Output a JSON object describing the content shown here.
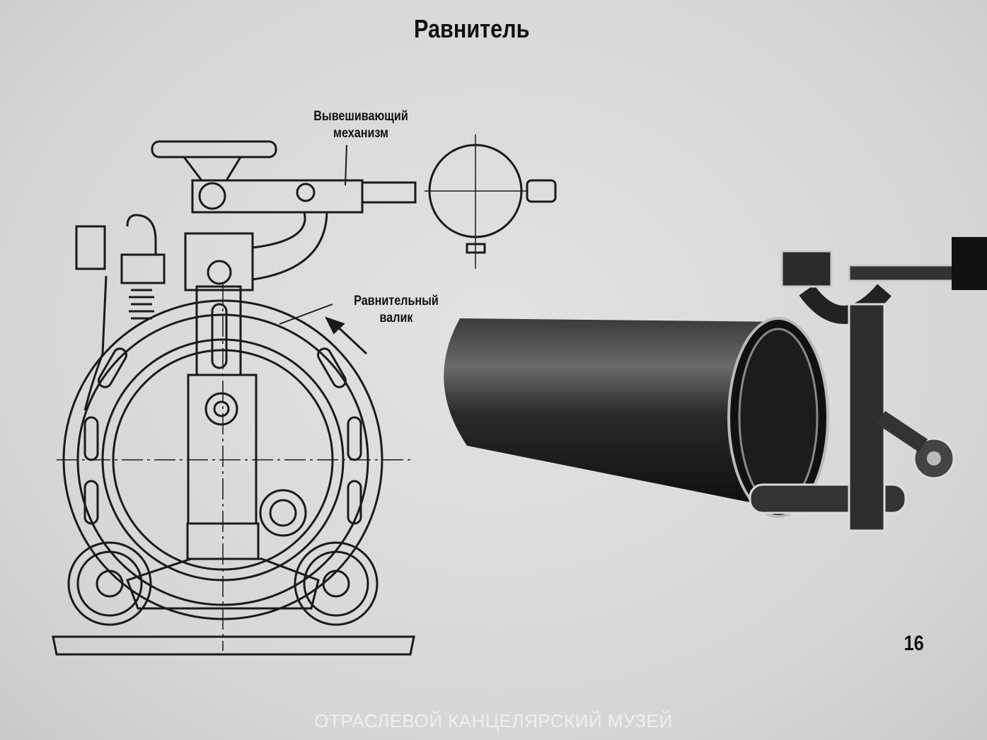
{
  "title": "Равнитель",
  "labels": {
    "hanging_mechanism": [
      "Вывешивающий",
      "механизм"
    ],
    "leveling_roller": [
      "Равнительный",
      "валик"
    ]
  },
  "page_number": "16",
  "watermark": "ОТРАСЛЕВОЙ КАНЦЕЛЯРСКИЙ МУЗЕЙ"
}
